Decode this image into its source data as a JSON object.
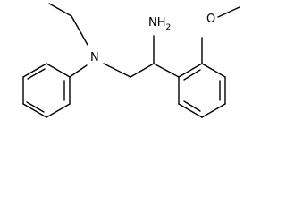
{
  "structure": {
    "atoms": {
      "amine_group": "NH",
      "amine_subscript": "2",
      "nitrogen": "N",
      "methoxy_oxygen": "O"
    }
  }
}
